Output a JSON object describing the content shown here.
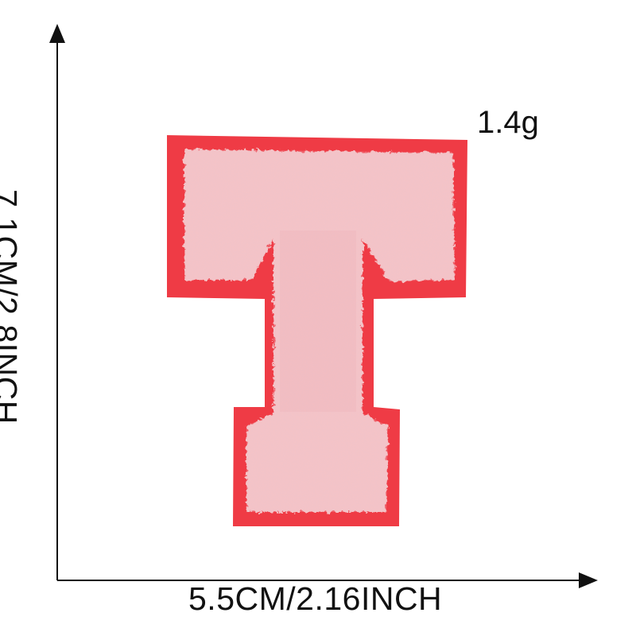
{
  "product": {
    "subject": "chenille letter T patch",
    "weight": "1.4g",
    "width_label": "5.5CM/2.16INCH",
    "height_label": "7.1CM/2.8INCH"
  },
  "colors": {
    "background": "#ffffff",
    "felt_border": "#ef3b45",
    "chenille": "#f5c3c6",
    "chenille_shadow": "#e9a9ae",
    "axis": "#111111"
  }
}
